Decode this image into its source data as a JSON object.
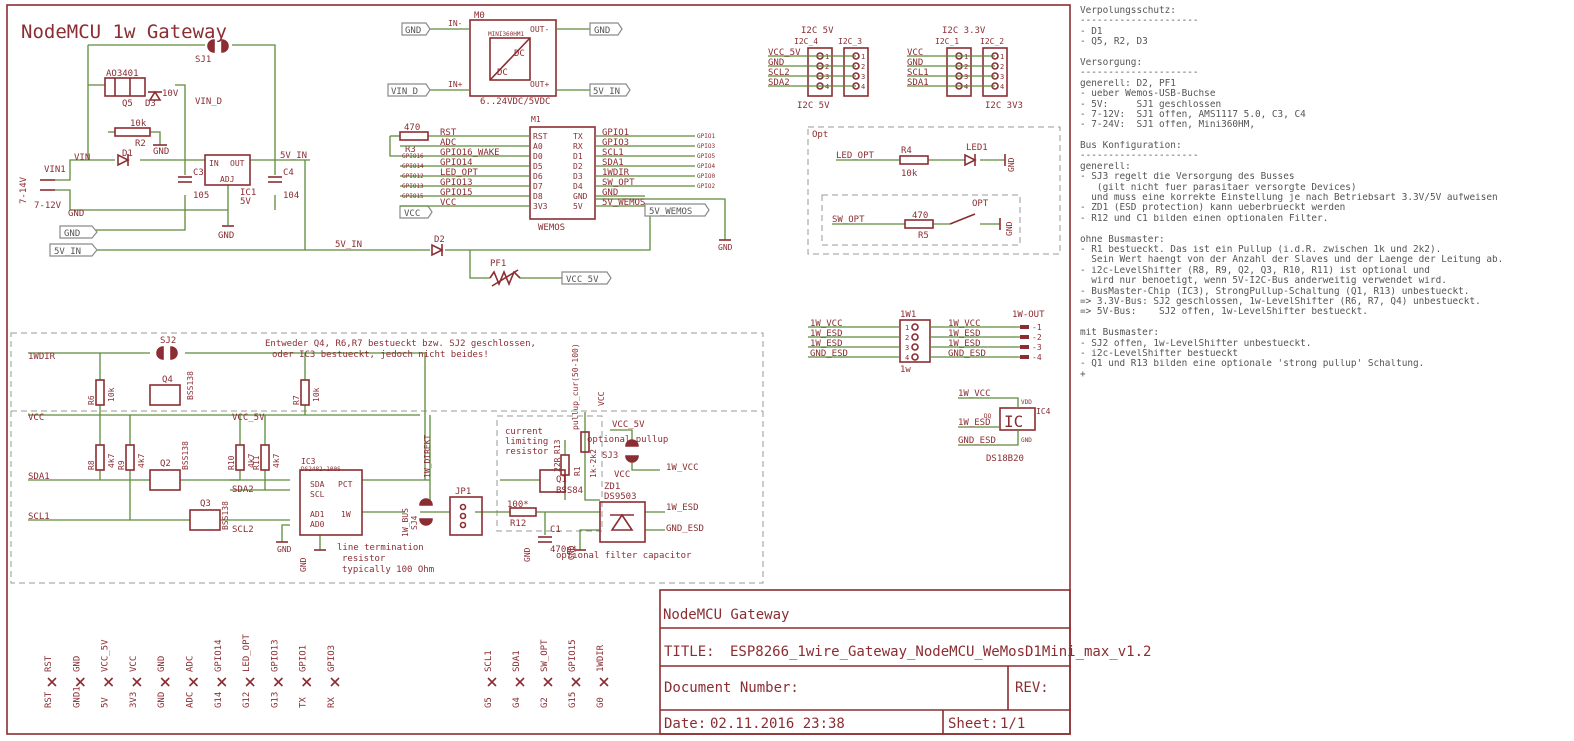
{
  "schematic": {
    "title": "NodeMCU 1w Gateway",
    "title_block": {
      "project": "NodeMCU Gateway",
      "title_label": "TITLE:",
      "title_value": "ESP8266_1wire_Gateway_NodeMCU_WeMosD1Mini_max_v1.2",
      "docnum_label": "Document Number:",
      "rev_label": "REV:",
      "date_label": "Date:",
      "date_value": "02.11.2016 23:38",
      "sheet_label": "Sheet:",
      "sheet_value": "1/1"
    },
    "note_lines": [
      "Verpolungsschutz:",
      "---------------------",
      "- D1",
      "- Q5, R2, D3",
      "",
      "Versorgung:",
      "---------------------",
      "generell: D2, PF1",
      "- ueber Wemos-USB-Buchse",
      "- 5V:     SJ1 geschlossen",
      "- 7-12V:  SJ1 offen, AMS1117 5.0, C3, C4",
      "- 7-24V:  SJ1 offen, Mini360HM,",
      "",
      "Bus Konfiguration:",
      "---------------------",
      "generell:",
      "- SJ3 regelt die Versorgung des Busses",
      "   (gilt nicht fuer parasitaer versorgte Devices)",
      "  und muss eine korrekte Einstellung je nach Betriebsart 3.3V/5V aufweisen",
      "- ZD1 (ESD protection) kann ueberbrueckt werden",
      "- R12 und C1 bilden einen optionalen Filter.",
      "",
      "ohne Busmaster:",
      "- R1 bestueckt. Das ist ein Pullup (i.d.R. zwischen 1k und 2k2).",
      "  Sein Wert haengt von der Anzahl der Slaves und der Laenge der Leitung ab.",
      "- i2c-LevelShifter (R8, R9, Q2, Q3, R10, R11) ist optional und",
      "  wird nur benoetigt, wenn 5V-I2C-Bus anderweitig verwendet wird.",
      "- BusMaster-Chip (IC3), StrongPullup-Schaltung (Q1, R13) unbestueckt.",
      "=> 3.3V-Bus: SJ2 geschlossen, 1w-LevelShifter (R6, R7, Q4) unbestueckt.",
      "=> 5V-Bus:    SJ2 offen, 1w-LevelShifter bestueckt.",
      "",
      "mit Busmaster:",
      "- SJ2 offen, 1w-LevelShifter unbestueckt.",
      "- i2c-LevelShifter bestueckt",
      "- Q1 und R13 bilden eine optionale 'strong pullup' Schaltung.",
      "+"
    ],
    "power_labels": {
      "gnd_a": "GND",
      "gnd_b": "GND",
      "vin_d": "VIN_D",
      "gnd_c": "GND",
      "v5in_a": "5V_IN",
      "v5in_b": "5V_IN",
      "v5in_c": "5V_IN",
      "vcc5v": "VCC_5V",
      "vcc5v_b": "VCC_5V",
      "v5wemos": "5V_WEMOS",
      "gnd_d": "GND",
      "gnd_e": "GND",
      "vcc_flag": "VCC",
      "vin1": "VIN1",
      "vin_net": "VIN",
      "v714": "7-14V",
      "v712": "7-12V",
      "gnd_f": "GND"
    },
    "m0": {
      "ref": "M0",
      "part": "MINI360HM1",
      "range": "6..24VDC/5VDC",
      "in_m": "IN-",
      "out_m": "OUT-",
      "in_p": "IN+",
      "out_p": "OUT+",
      "dc1": "DC",
      "dc2": "DC",
      "gnd1": "GND",
      "gnd2": "GND",
      "vin_d": "VIN_D",
      "v5in": "5V_IN"
    },
    "wemos": {
      "ref": "M1",
      "name": "WEMOS",
      "left_pins": [
        "RST",
        "A0",
        "D0",
        "D5",
        "D6",
        "D7",
        "D8",
        "3V3"
      ],
      "right_pins": [
        "TX",
        "RX",
        "D1",
        "D2",
        "D3",
        "D4",
        "GND",
        "5V"
      ],
      "left_nets": [
        "RST",
        "ADC",
        "GPIO16_WAKE",
        "GPIO14",
        "LED_OPT",
        "GPIO13",
        "GPIO15",
        "VCC"
      ],
      "left_gpio": [
        "",
        "",
        "GPIO16",
        "GPIO14",
        "GPIO12",
        "GPIO13",
        "GPIO15",
        ""
      ],
      "right_nets": [
        "GPIO1",
        "GPIO3",
        "SCL1",
        "SDA1",
        "1WDIR",
        "SW_OPT",
        "GND",
        "5V_WEMOS"
      ],
      "right_gpio": [
        "GPIO1",
        "GPIO3",
        "GPIO5",
        "GPIO4",
        "GPIO0",
        "GPIO2",
        "",
        ""
      ],
      "r3": "R3",
      "r3v": "470"
    },
    "regulator": {
      "ref": "IC1",
      "val": "5V",
      "in": "IN",
      "out": "OUT",
      "adj": "ADJ",
      "c3": "C3",
      "c3v": "105",
      "c4": "C4",
      "c4v": "104"
    },
    "protection": {
      "q5": "Q5",
      "q5p": "AO3401",
      "d3": "D3",
      "d3v": "10V",
      "r2": "R2",
      "r2v": "10k",
      "d1": "D1",
      "sj1": "SJ1",
      "d2": "D2",
      "pf1": "PF1"
    },
    "i2c_headers": {
      "label_5v": "I2C 5V",
      "label_33": "I2C 3.3V",
      "label_5v_b": "I2C 5V",
      "label_33_b": "I2C 3V3",
      "h4": "I2C_4",
      "h3": "I2C_3",
      "h1": "I2C_1",
      "h2": "I2C_2",
      "nets": [
        "VCC_5V",
        "GND",
        "SCL2",
        "SDA2"
      ],
      "nets_b": [
        "VCC",
        "GND",
        "SCL1",
        "SDA1"
      ]
    },
    "opt": {
      "title": "Opt",
      "led_opt": "LED_OPT",
      "r4": "R4",
      "r4v": "10k",
      "led1": "LED1",
      "gnd": "GND",
      "sw_opt": "SW_OPT",
      "r5": "R5",
      "r5v": "470",
      "opt": "OPT",
      "gnd2": "GND"
    },
    "onewire_hdr": {
      "ref": "1W1",
      "val": "1w",
      "out": "1W-OUT",
      "nets": [
        "1W_VCC",
        "1W_ESD",
        "1W_ESD",
        "GND_ESD"
      ],
      "pins": [
        "-1",
        "-2",
        "-3",
        "-4"
      ],
      "nums": [
        "1",
        "2",
        "3",
        "4"
      ]
    },
    "ds18b20": {
      "ref": "IC4",
      "part": "DS18B20",
      "ic": "IC",
      "vdd": "VDD",
      "dq": "DQ",
      "gnd": "GND",
      "net_vcc": "1W_VCC",
      "net_esd": "1W_ESD",
      "net_gnd": "GND_ESD"
    },
    "bus": {
      "note1": "Entweder Q4, R6,R7 bestueckt bzw. SJ2 geschlossen,",
      "note2": "oder IC3 bestueckt, jedoch nicht beides!",
      "net_1wdir": "1WDIR",
      "net_vcc": "VCC",
      "net_sda1": "SDA1",
      "net_scl1": "SCL1",
      "net_vcc5v": "VCC_5V",
      "net_sda2": "SDA2",
      "net_scl2": "SCL2",
      "sj2": "SJ2",
      "q4": "Q4",
      "bss138a": "BSS138",
      "r6": "R6",
      "r6v": "10k",
      "r7": "R7",
      "r7v": "10k",
      "r8": "R8",
      "r8v": "4k7",
      "r9": "R9",
      "r9v": "4k7",
      "q2": "Q2",
      "bss138b": "BSS138",
      "q3": "Q3",
      "bss138c": "BSS138",
      "r10": "R10",
      "r10v": "4k7",
      "r11": "R11",
      "r11v": "4k7",
      "ic3": "IC3",
      "ic3p": "DS2482-100S",
      "pin_sda": "SDA",
      "pin_scl": "SCL",
      "pin_ad1": "AD1",
      "pin_ad0": "AD0",
      "pin_pct": "PCT",
      "pin_1w": "1W",
      "gnd_a": "GND",
      "gnd_b": "GND",
      "gnd_c": "GND",
      "gnd_d": "GND",
      "direkt": "1W_DIREKT",
      "bus": "1W_BUS",
      "sj4": "SJ4",
      "jp1": "JP1",
      "curr1": "current",
      "curr2": "limiting",
      "curr3": "resistor",
      "r13": "R13",
      "r13v": "22R",
      "r1": "R1",
      "r1v": "1k-2k2",
      "pullup_cur": "pullup_cur(50-100)",
      "q1": "Q1",
      "bss84": "BSS84",
      "sj3": "SJ3",
      "opt_pullup": "optional pullup",
      "vcc_5v": "VCC_5V",
      "vcc": "VCC",
      "net_1wvcc": "1W_VCC",
      "net_1wesd": "1W_ESD",
      "net_gndesd": "GND_ESD",
      "zd1": "ZD1",
      "ds9503": "DS9503",
      "r12": "R12",
      "r12v": "100*",
      "c1": "C1",
      "c1v": "470p*",
      "term1": "line termination",
      "term2": "resistor",
      "term3": "typically 100 Ohm",
      "filter": "optional filter capacitor"
    },
    "testpoints": {
      "left": [
        {
          "top": "RST",
          "bot": "RST"
        },
        {
          "top": "GND",
          "bot": "GND1"
        },
        {
          "top": "VCC_5V",
          "bot": "5V"
        },
        {
          "top": "VCC",
          "bot": "3V3"
        },
        {
          "top": "GND",
          "bot": "GND"
        },
        {
          "top": "ADC",
          "bot": "ADC"
        },
        {
          "top": "GPIO14",
          "bot": "G14"
        },
        {
          "top": "LED_OPT",
          "bot": "G12"
        },
        {
          "top": "GPIO13",
          "bot": "G13"
        },
        {
          "top": "GPIO1",
          "bot": "TX"
        },
        {
          "top": "GPIO3",
          "bot": "RX"
        }
      ],
      "right": [
        {
          "top": "SCL1",
          "bot": "G5"
        },
        {
          "top": "SDA1",
          "bot": "G4"
        },
        {
          "top": "SW_OPT",
          "bot": "G2"
        },
        {
          "top": "GPIO15",
          "bot": "G15"
        },
        {
          "top": "1WDIR",
          "bot": "G0"
        }
      ]
    }
  }
}
